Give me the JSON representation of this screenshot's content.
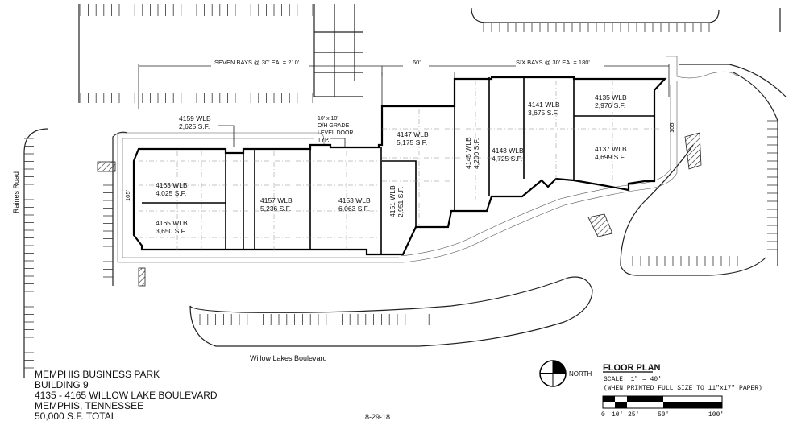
{
  "dims": {
    "seven_bays": "SEVEN BAYS @ 30' EA. = 210'",
    "mid": "60'",
    "six_bays": "SIX BAYS @ 30' EA. = 180'",
    "left_105": "105'",
    "right_105": "105'"
  },
  "units": [
    {
      "name": "4163 WLB",
      "area": "4,025 S.F."
    },
    {
      "name": "4165 WLB",
      "area": "3,650 S.F."
    },
    {
      "name": "4157 WLB",
      "area": "5,236 S.F."
    },
    {
      "name": "4153 WLB",
      "area": "6,063 S.F."
    },
    {
      "name": "4151 WLB",
      "area": "2,951 S.F."
    },
    {
      "name": "4147 WLB",
      "area": "5,175 S.F."
    },
    {
      "name": "4145 WLB",
      "area": "4,200 S.F."
    },
    {
      "name": "4143 WLB",
      "area": "4,725 S.F."
    },
    {
      "name": "4141 WLB",
      "area": "3,675 S.F."
    },
    {
      "name": "4135 WLB",
      "area": "2,976 S.F."
    },
    {
      "name": "4137 WLB",
      "area": "4,699 S.F."
    }
  ],
  "callouts": {
    "unit_4159": {
      "name": "4159 WLB",
      "area": "2,625 S.F."
    },
    "door": [
      "10' x 10'",
      "O/H GRADE",
      "LEVEL DOOR",
      "TYP."
    ]
  },
  "roads": {
    "raines": "Raines Road",
    "willow_lakes": "Willow Lakes Boulevard"
  },
  "title_block": {
    "lines": [
      "MEMPHIS BUSINESS PARK",
      "BUILDING 9",
      "4135 - 4165 WILLOW LAKE BOULEVARD",
      "MEMPHIS, TENNESSEE",
      "50,000 S.F. TOTAL"
    ],
    "date": "8-29-18"
  },
  "north_label": "NORTH",
  "scale_block": {
    "heading": "FLOOR PLAN",
    "scale": "SCALE: 1\" = 40'",
    "note": "(WHEN PRINTED FULL SIZE TO 11\"x17\" PAPER)",
    "ticks": [
      "0",
      "10'",
      "25'",
      "50'",
      "100'"
    ]
  }
}
